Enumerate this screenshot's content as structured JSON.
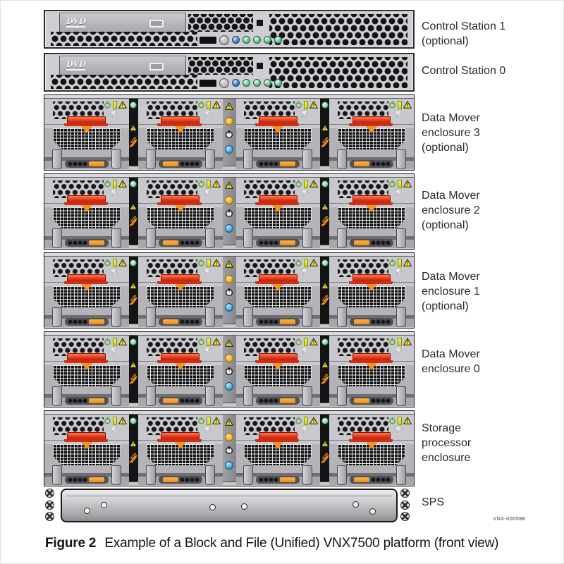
{
  "figure": {
    "id": "VNX-000598",
    "caption_label": "Figure 2",
    "caption_text": "Example of a Block and File (Unified) VNX7500 platform (front view)"
  },
  "labels": {
    "control_station_1": "Control Station 1\n(optional)",
    "control_station_0": "Control Station 0",
    "data_mover_3": "Data Mover\nenclosure 3\n(optional)",
    "data_mover_2": "Data Mover\nenclosure 2\n(optional)",
    "data_mover_1": "Data Mover\nenclosure 1\n(optional)",
    "data_mover_0": "Data Mover\nenclosure 0",
    "storage_processor": "Storage\nprocessor\nenclosure",
    "sps": "SPS"
  },
  "hardware": {
    "dvd_logo": "DVD",
    "control_station_count": 2,
    "enclosure_count": 5,
    "blades_per_enclosure": 4,
    "colors": {
      "latch_red": "#e23418",
      "handle_orange": "#f6921e",
      "warning_yellow": "#f6e32a",
      "power_green": "#5f9e3f",
      "led_green": "#8fe3ae",
      "led_amber": "#f2b324",
      "led_blue": "#3fa6dc",
      "chassis_gray": "#c9c9cd"
    },
    "icons": {
      "power": "circle-with-line",
      "warning": "yellow-exclamation-triangle",
      "standby": "z-lightning-bolt",
      "battery_fault": "crossed-lightning",
      "status_led": "round-led"
    }
  }
}
